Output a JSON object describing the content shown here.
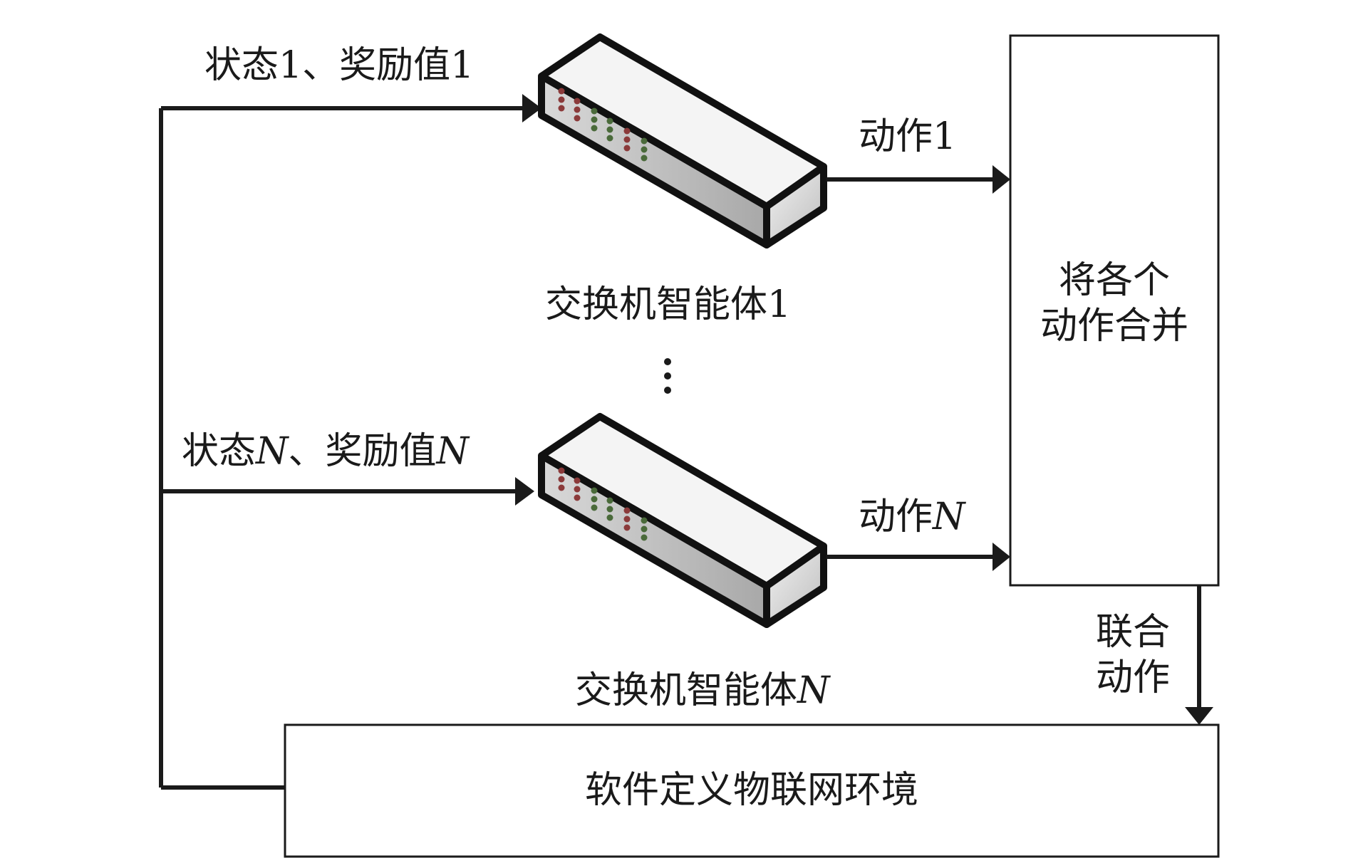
{
  "inputs": {
    "state1": {
      "prefix": "状态1、奖励值1",
      "var": ""
    },
    "stateN": {
      "prefix": "状态",
      "var1": "N",
      "middle": "、奖励值",
      "var2": "N"
    }
  },
  "agents": {
    "agent1_label": {
      "text": "交换机智能体1",
      "var": ""
    },
    "agentN_label": {
      "text": "交换机智能体",
      "var": "N"
    }
  },
  "actions": {
    "action1": {
      "text": "动作1",
      "var": ""
    },
    "actionN": {
      "text": "动作",
      "var": "N"
    }
  },
  "merge_box": {
    "line1": "将各个",
    "line2": "动作合并"
  },
  "joint_action": {
    "line1": "联合",
    "line2": "动作"
  },
  "environment": {
    "label": "软件定义物联网环境"
  },
  "colors": {
    "line": "#1a1a1a",
    "switch_face": "#e6e6e6",
    "led_red": "#8b3a3a",
    "led_green": "#4a6a3a"
  },
  "icons": [
    "switch-icon",
    "switch-icon",
    "vertical-ellipsis"
  ]
}
